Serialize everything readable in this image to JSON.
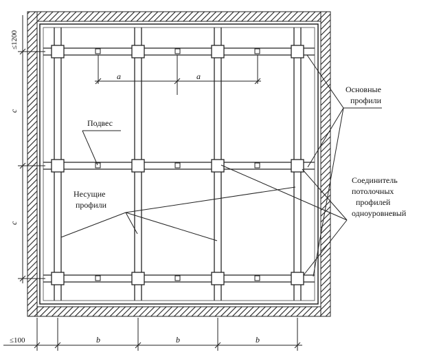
{
  "dimensions": {
    "top_left_vertical": "≤1200",
    "c_upper": "c",
    "c_lower": "c",
    "bottom_left": "≤100",
    "b_values": [
      "b",
      "b",
      "b"
    ],
    "a_values": [
      "a",
      "a"
    ]
  },
  "labels": {
    "main_profiles_line1": "Основные",
    "main_profiles_line2": "профили",
    "hanger": "Подвес",
    "bearing_profiles_line1": "Несущие",
    "bearing_profiles_line2": "профили",
    "connector_line1": "Соединитель",
    "connector_line2": "потолочных",
    "connector_line3": "профилей",
    "connector_line4": "одноуровневый"
  }
}
